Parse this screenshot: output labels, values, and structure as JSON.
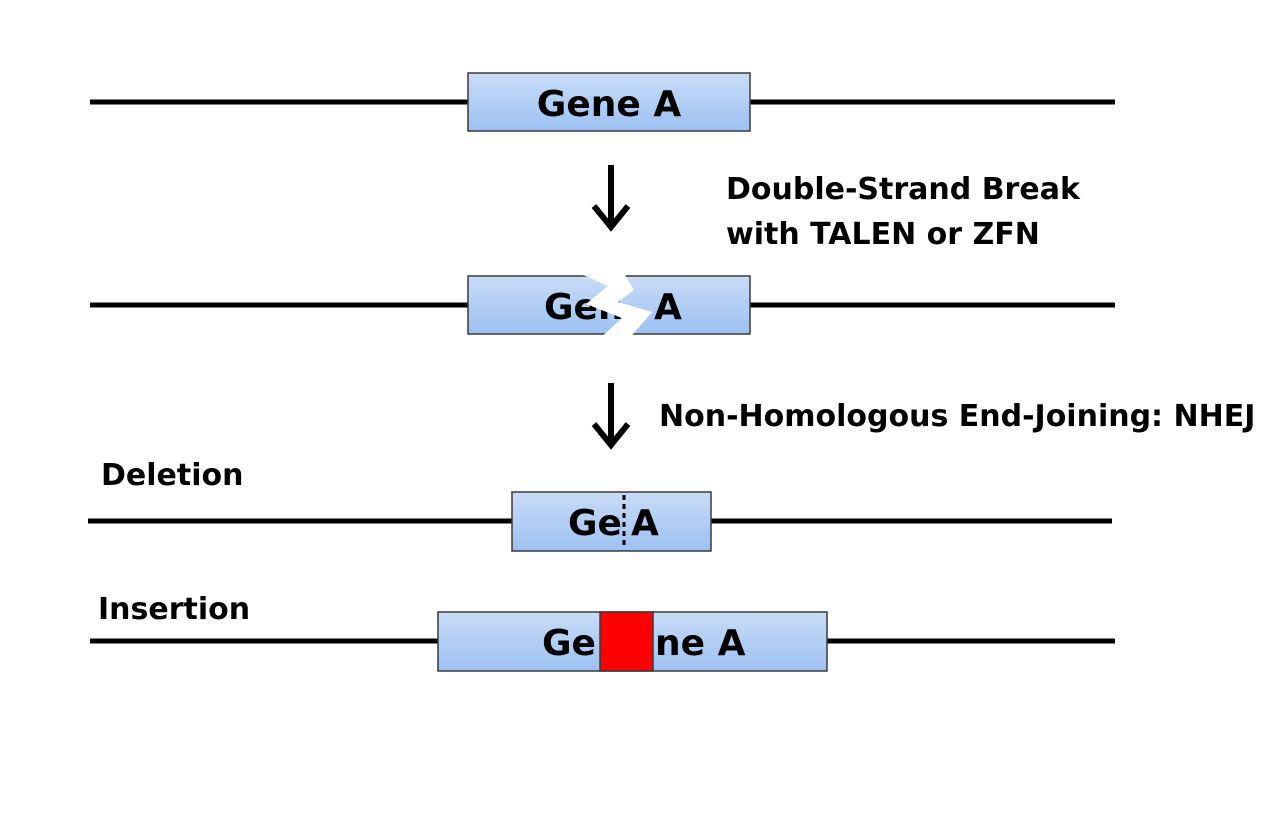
{
  "gene_label": "Gene A",
  "break_gene_label": {
    "left": "Gen",
    "right": "A"
  },
  "deletion_gene_label": {
    "left": "Ge",
    "right": "A"
  },
  "insertion_gene_label": {
    "left": "Ge",
    "right": "ne A"
  },
  "step1": {
    "line1": "Double-Strand Break",
    "line2": "with TALEN or ZFN"
  },
  "step2": {
    "label": "Non-Homologous End-Joining: NHEJ"
  },
  "outcomes": {
    "deletion": "Deletion",
    "insertion": "Insertion"
  },
  "colors": {
    "gene_box_top": "#c9dcf7",
    "gene_box_bottom": "#9cc1f2",
    "insert_block": "#ff0000",
    "dna_line": "#000000"
  }
}
